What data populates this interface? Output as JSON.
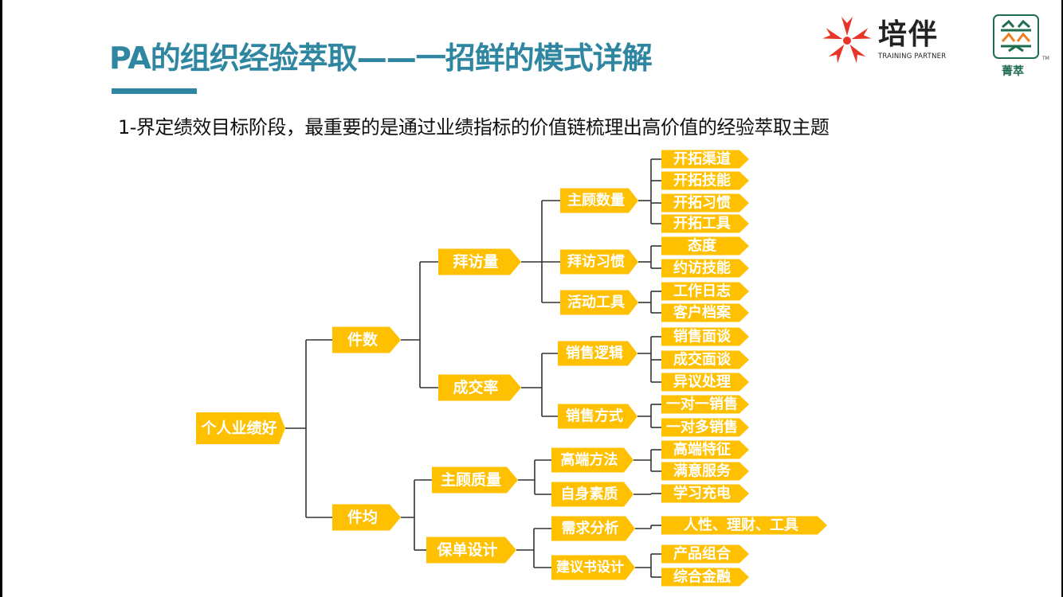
{
  "slide": {
    "title": "PA的组织经验萃取——一招鲜的模式详解",
    "subtitle": "1-界定绩效目标阶段，最重要的是通过业绩指标的价值链梳理出高价值的经验萃取主题"
  },
  "logos": {
    "training_partner": {
      "name": "培伴",
      "tagline": "TRAINING PARTNER",
      "icon": "red-star-flower-icon",
      "color": "#e8352a"
    },
    "jingcui": {
      "name": "菁萃",
      "tm": "TM",
      "icon": "jingcui-emblem-icon",
      "color": "#1f6d4f",
      "accent": "#ef7d22"
    }
  },
  "colors": {
    "accent": "#2f86a0",
    "node_fill": "#ffc000",
    "connector": "#333333"
  },
  "tree": {
    "label": "个人业绩好",
    "children": [
      {
        "label": "件数",
        "children": [
          {
            "label": "拜访量",
            "children": [
              {
                "label": "主顾数量",
                "children": [
                  {
                    "label": "开拓渠道"
                  },
                  {
                    "label": "开拓技能"
                  },
                  {
                    "label": "开拓习惯"
                  },
                  {
                    "label": "开拓工具"
                  }
                ]
              },
              {
                "label": "拜访习惯",
                "children": [
                  {
                    "label": "态度"
                  },
                  {
                    "label": "约访技能"
                  }
                ]
              },
              {
                "label": "活动工具",
                "children": [
                  {
                    "label": "工作日志"
                  },
                  {
                    "label": "客户档案"
                  }
                ]
              }
            ]
          },
          {
            "label": "成交率",
            "children": [
              {
                "label": "销售逻辑",
                "children": [
                  {
                    "label": "销售面谈"
                  },
                  {
                    "label": "成交面谈"
                  },
                  {
                    "label": "异议处理"
                  }
                ]
              },
              {
                "label": "销售方式",
                "children": [
                  {
                    "label": "一对一销售"
                  },
                  {
                    "label": "一对多销售"
                  }
                ]
              }
            ]
          }
        ]
      },
      {
        "label": "件均",
        "children": [
          {
            "label": "主顾质量",
            "children": [
              {
                "label": "高端方法",
                "children": [
                  {
                    "label": "高端特征"
                  },
                  {
                    "label": "满意服务"
                  }
                ]
              },
              {
                "label": "自身素质",
                "children": [
                  {
                    "label": "学习充电"
                  }
                ]
              }
            ]
          },
          {
            "label": "保单设计",
            "children": [
              {
                "label": "需求分析",
                "children": [
                  {
                    "label": "人性、理财、工具"
                  }
                ]
              },
              {
                "label": "建议书设计",
                "children": [
                  {
                    "label": "产品组合"
                  },
                  {
                    "label": "综合金融"
                  }
                ]
              }
            ]
          }
        ]
      }
    ]
  }
}
